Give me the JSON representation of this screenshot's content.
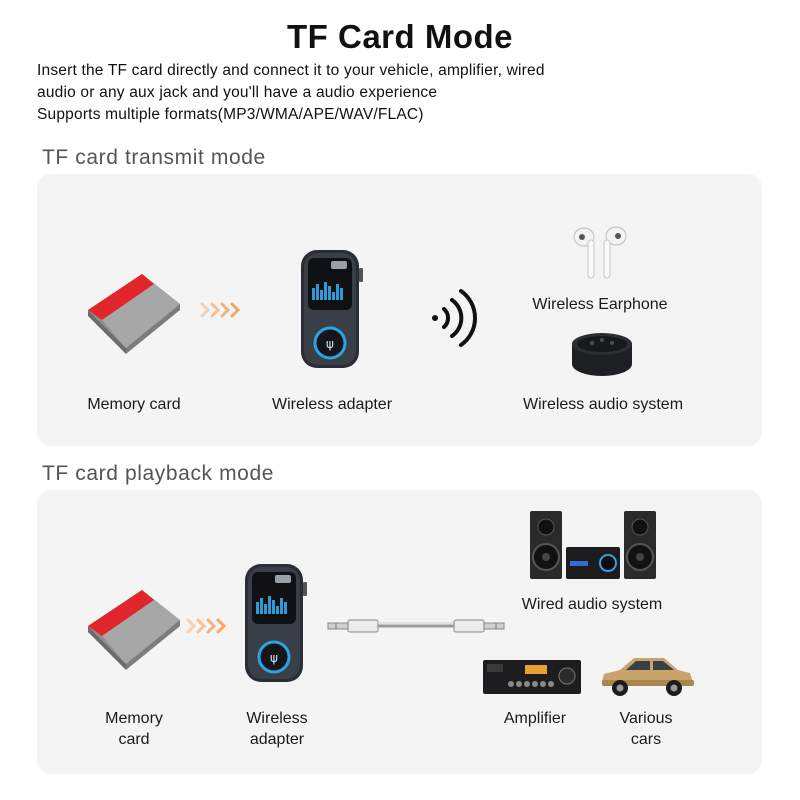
{
  "title": "TF Card Mode",
  "description": [
    "Insert the TF card directly and connect it to your vehicle, amplifier, wired",
    "audio or any aux jack and you'll have a audio experience",
    "Supports multiple formats(MP3/WMA/APE/WAV/FLAC)"
  ],
  "transmit": {
    "heading": "TF card transmit mode",
    "memory_card": "Memory card",
    "adapter": "Wireless adapter",
    "earphone": "Wireless Earphone",
    "audio_system": "Wireless audio system"
  },
  "playback": {
    "heading": "TF card playback mode",
    "memory_card_line1": "Memory",
    "memory_card_line2": "card",
    "adapter_line1": "Wireless",
    "adapter_line2": "adapter",
    "wired_system": "Wired audio system",
    "amplifier": "Amplifier",
    "cars_line1": "Various",
    "cars_line2": "cars"
  },
  "colors": {
    "card_red": "#e0262a",
    "card_gray": "#9b9b9b",
    "arrow": "#f2a766",
    "panel": "#f4f4f4",
    "device_glow": "#2aa4e6"
  }
}
